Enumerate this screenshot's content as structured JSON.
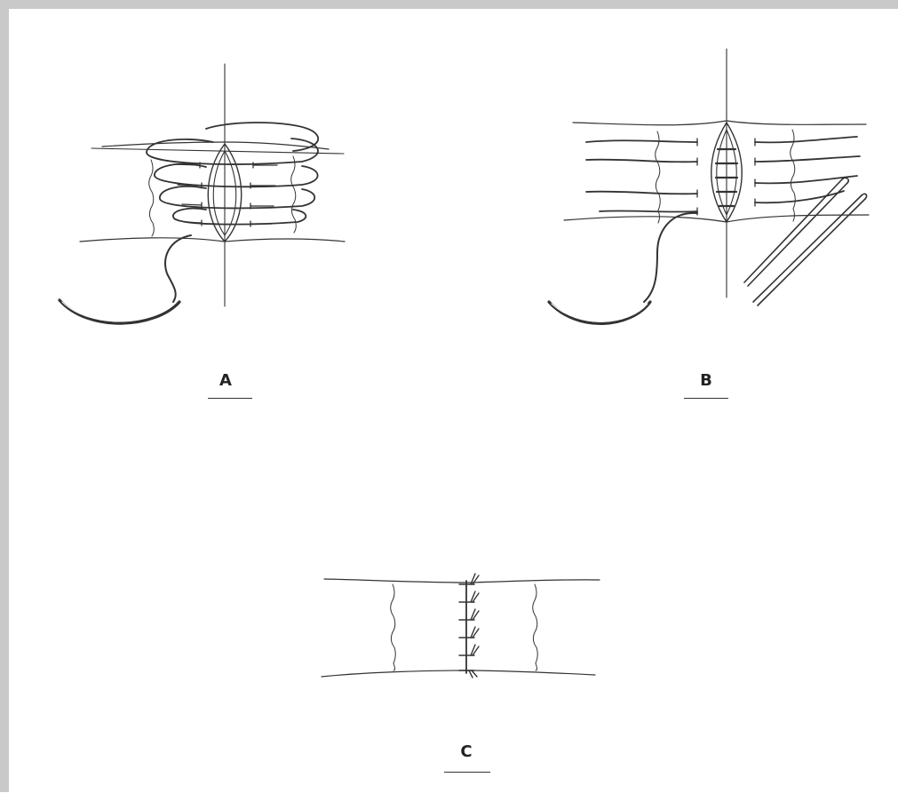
{
  "panels": [
    {
      "id": "a",
      "label": "A"
    },
    {
      "id": "b",
      "label": "B"
    },
    {
      "id": "c",
      "label": "C"
    }
  ],
  "colors": {
    "frame": "#c9c9c9",
    "ink": "#333333",
    "background": "#ffffff"
  }
}
